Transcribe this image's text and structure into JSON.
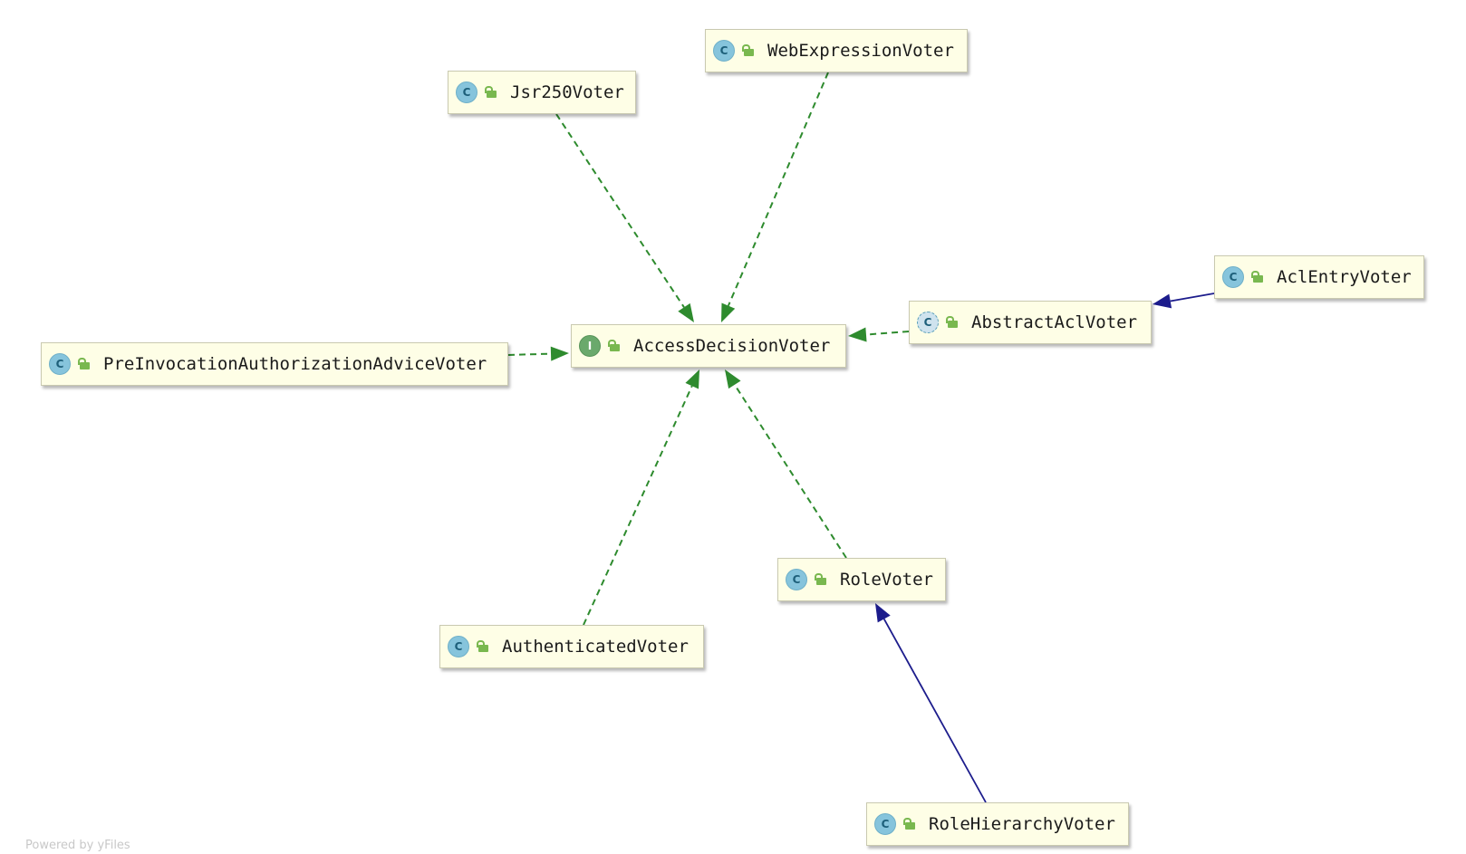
{
  "diagram": {
    "colors": {
      "node_fill": "#fefee6",
      "implements_edge": "#2e8b2e",
      "extends_edge": "#1c1c8c"
    },
    "nodes": [
      {
        "id": "access-decision-voter",
        "label": "AccessDecisionVoter",
        "kind": "interface",
        "kind_glyph": "I",
        "icon": "interface-icon"
      },
      {
        "id": "web-expression-voter",
        "label": "WebExpressionVoter",
        "kind": "class",
        "kind_glyph": "C",
        "icon": "class-icon"
      },
      {
        "id": "jsr250-voter",
        "label": "Jsr250Voter",
        "kind": "class",
        "kind_glyph": "C",
        "icon": "class-icon"
      },
      {
        "id": "pre-invocation-authorization-advice-voter",
        "label": "PreInvocationAuthorizationAdviceVoter",
        "kind": "class",
        "kind_glyph": "C",
        "icon": "class-icon"
      },
      {
        "id": "abstract-acl-voter",
        "label": "AbstractAclVoter",
        "kind": "abstract",
        "kind_glyph": "C",
        "icon": "abstract-class-icon"
      },
      {
        "id": "acl-entry-voter",
        "label": "AclEntryVoter",
        "kind": "class",
        "kind_glyph": "C",
        "icon": "class-icon"
      },
      {
        "id": "role-voter",
        "label": "RoleVoter",
        "kind": "class",
        "kind_glyph": "C",
        "icon": "class-icon"
      },
      {
        "id": "authenticated-voter",
        "label": "AuthenticatedVoter",
        "kind": "class",
        "kind_glyph": "C",
        "icon": "class-icon"
      },
      {
        "id": "role-hierarchy-voter",
        "label": "RoleHierarchyVoter",
        "kind": "class",
        "kind_glyph": "C",
        "icon": "class-icon"
      }
    ],
    "edges": [
      {
        "from": "jsr250-voter",
        "to": "access-decision-voter",
        "type": "implements"
      },
      {
        "from": "web-expression-voter",
        "to": "access-decision-voter",
        "type": "implements"
      },
      {
        "from": "pre-invocation-authorization-advice-voter",
        "to": "access-decision-voter",
        "type": "implements"
      },
      {
        "from": "abstract-acl-voter",
        "to": "access-decision-voter",
        "type": "implements"
      },
      {
        "from": "acl-entry-voter",
        "to": "abstract-acl-voter",
        "type": "extends"
      },
      {
        "from": "role-voter",
        "to": "access-decision-voter",
        "type": "implements"
      },
      {
        "from": "authenticated-voter",
        "to": "access-decision-voter",
        "type": "implements"
      },
      {
        "from": "role-hierarchy-voter",
        "to": "role-voter",
        "type": "extends"
      }
    ],
    "footer_text": "Powered by yFiles"
  }
}
